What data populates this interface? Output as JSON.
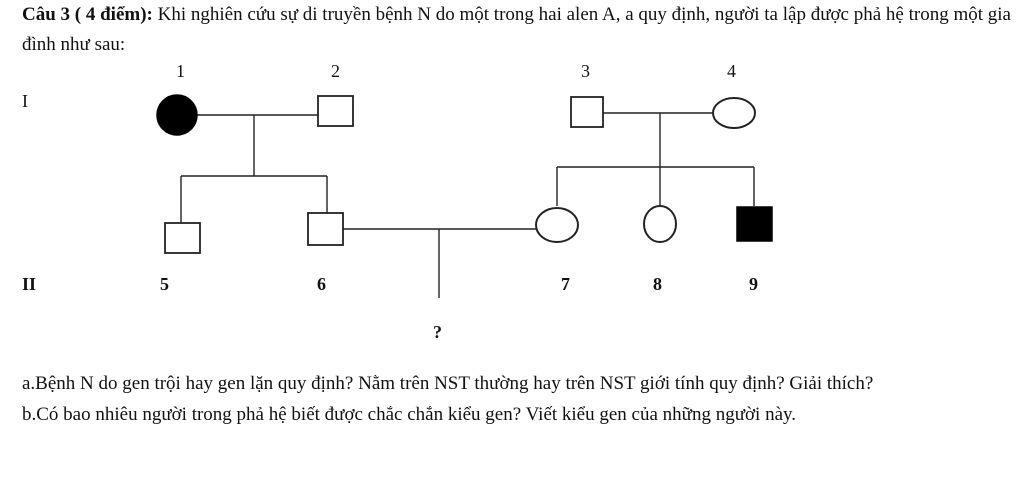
{
  "question": {
    "heading": "Câu 3 ( 4 điểm):",
    "text": " Khi nghiên cứu sự di truyền bệnh N do một trong hai alen A, a quy định, người ta lập được phả hệ trong một gia đình như sau:"
  },
  "pedigree": {
    "generation_labels": [
      "I",
      "II"
    ],
    "individuals": [
      {
        "id": "1",
        "sex": "female",
        "affected": true
      },
      {
        "id": "2",
        "sex": "male",
        "affected": false
      },
      {
        "id": "3",
        "sex": "male",
        "affected": false
      },
      {
        "id": "4",
        "sex": "female",
        "affected": false
      },
      {
        "id": "5",
        "sex": "male",
        "affected": false
      },
      {
        "id": "6",
        "sex": "male",
        "affected": false
      },
      {
        "id": "7",
        "sex": "female",
        "affected": false
      },
      {
        "id": "8",
        "sex": "female",
        "affected": false
      },
      {
        "id": "9",
        "sex": "male",
        "affected": true
      }
    ],
    "unknown_child": "?"
  },
  "questions": [
    {
      "text": "a.Bệnh N do gen trội hay gen lặn quy định? Nằm trên NST thường hay trên NST giới tính quy định? Giải thích?"
    },
    {
      "text": "b.Có bao nhiêu người trong phả hệ biết được chắc chắn kiểu gen? Viết kiểu gen của những người này."
    }
  ]
}
